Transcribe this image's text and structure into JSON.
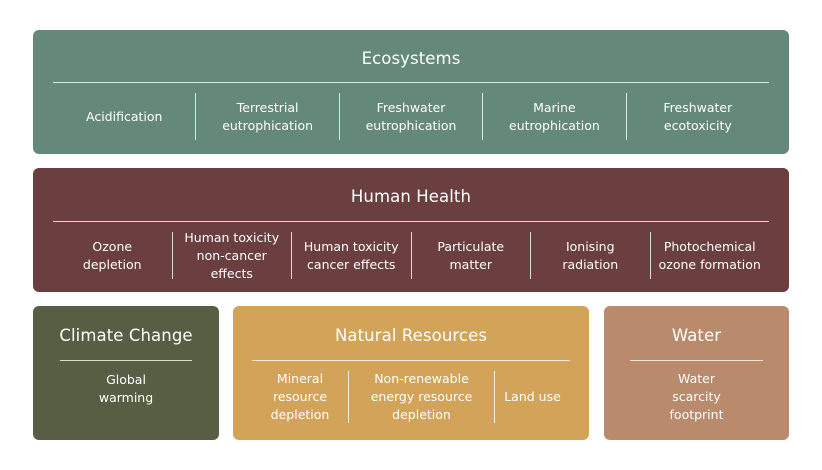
{
  "ecosystems": {
    "title": "Ecosystems",
    "color": "#64897a",
    "items": [
      "Acidification",
      "Terrestrial\neutrophication",
      "Freshwater\neutrophication",
      "Marine\neutrophication",
      "Freshwater\necotoxicity"
    ]
  },
  "human_health": {
    "title": "Human Health",
    "color": "#6b3e40",
    "items": [
      "Ozone\ndepletion",
      "Human toxicity\nnon-cancer effects",
      "Human toxicity\ncancer effects",
      "Particulate\nmatter",
      "Ionising\nradiation",
      "Photochemical\nozone formation"
    ]
  },
  "climate_change": {
    "title": "Climate Change",
    "color": "#575e43",
    "items": [
      "Global\nwarming"
    ]
  },
  "natural_resources": {
    "title": "Natural Resources",
    "color": "#d3a35a",
    "items": [
      "Mineral\nresource\ndepletion",
      "Non-renewable\nenergy resource\ndepletion",
      "Land use"
    ]
  },
  "water": {
    "title": "Water",
    "color": "#b98a6b",
    "items": [
      "Water\nscarcity\nfootprint"
    ]
  }
}
